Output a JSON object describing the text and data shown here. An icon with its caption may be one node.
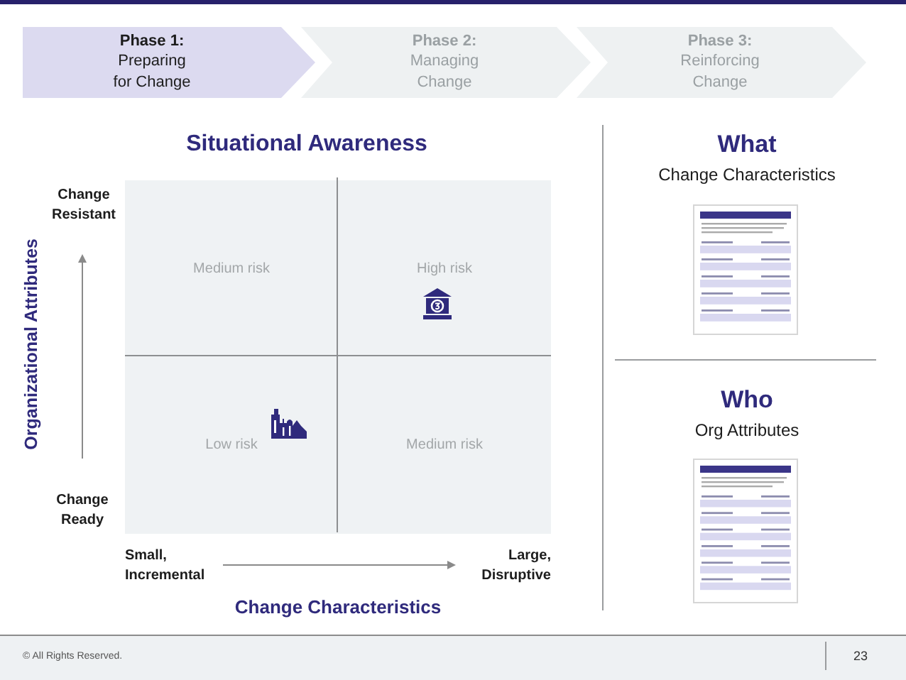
{
  "diagram": {
    "nodes": [
      {
        "text": [
          "Phase 1:",
          "Preparing for Change"
        ]
      },
      {
        "text": [
          "Phase 2:",
          "Managing Change"
        ]
      },
      {
        "text": [
          "Phase 3:",
          "Reinforcing Change"
        ]
      },
      {
        "text": [
          "Medium risk"
        ]
      },
      {
        "text": [
          "High risk"
        ]
      },
      {
        "text": [
          "Low risk"
        ]
      },
      {
        "text": [
          "Medium risk"
        ]
      }
    ],
    "labels": [
      "Situational Awareness",
      "Change Resistant",
      "Organizational Attributes",
      "Change Ready",
      "Small, Incremental",
      "Large, Disruptive",
      "Change Characteristics",
      "What",
      "Change Characteristics",
      "Who",
      "Org Attributes",
      "© All Rights Reserved.",
      "23"
    ]
  }
}
